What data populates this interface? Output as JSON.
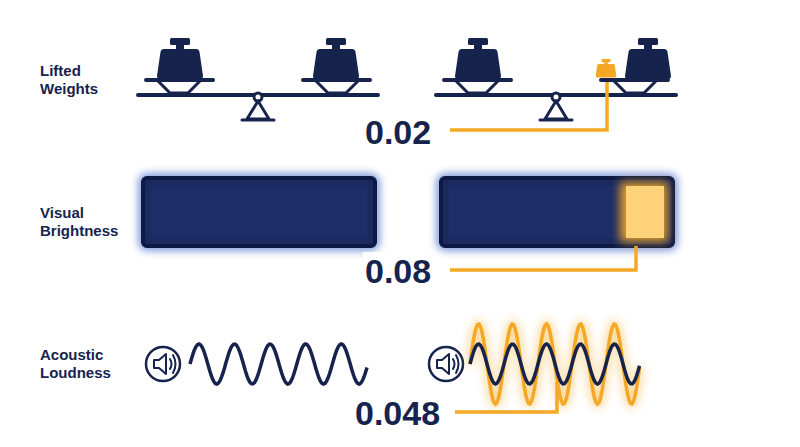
{
  "diagram": {
    "labels": [
      "Lifted Weights",
      "Visual Brightness",
      "Acoustic Loudness",
      "0.02",
      "0.08",
      "0.048"
    ]
  }
}
